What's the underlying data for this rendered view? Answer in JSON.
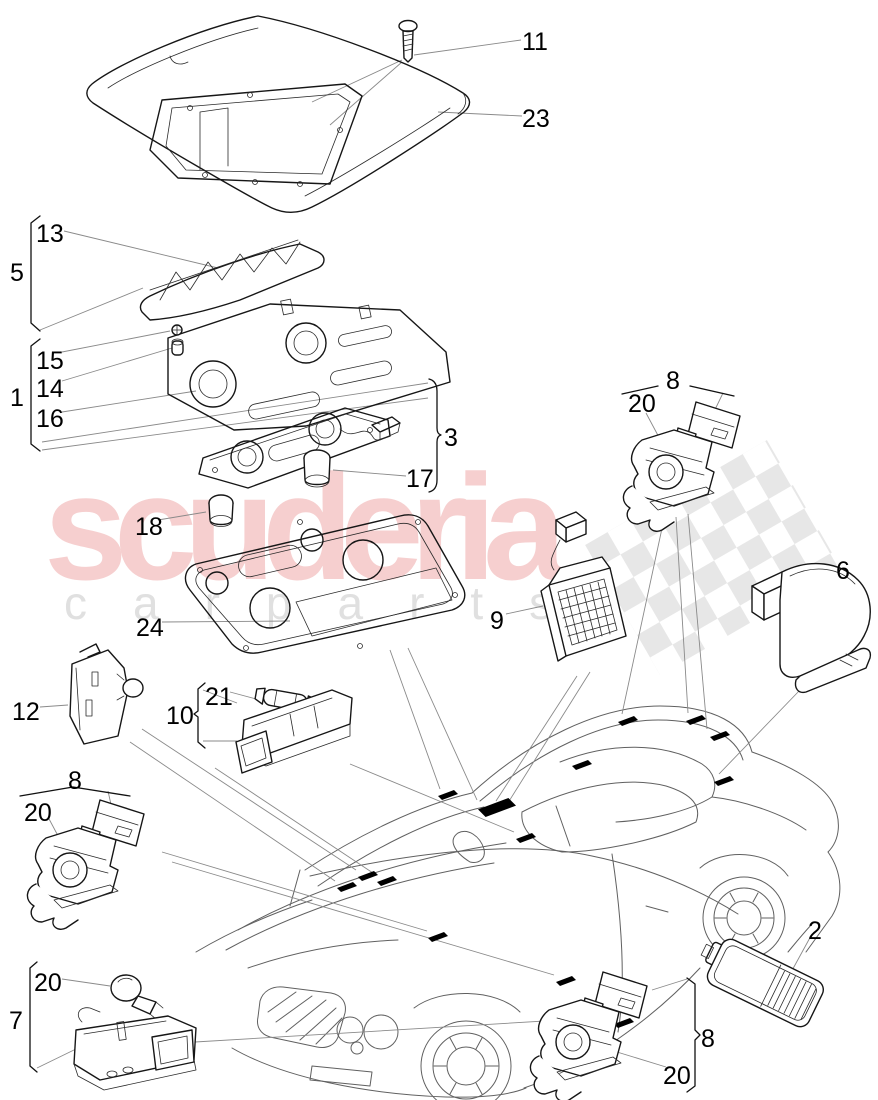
{
  "diagram": {
    "type": "exploded-parts-diagram",
    "part_numbers": [
      "1",
      "2",
      "3",
      "5",
      "6",
      "7",
      "8",
      "9",
      "10",
      "11",
      "12",
      "13",
      "14",
      "15",
      "16",
      "17",
      "18",
      "20",
      "21",
      "23",
      "24"
    ]
  },
  "watermark": {
    "brand_text": "scuderia",
    "brand_color": "#f6cfcf",
    "letters_text": "carparts",
    "letters_color": "#e0e0e0",
    "flag_color": "#e7e7e7"
  },
  "callouts": {
    "c11": "11",
    "c23": "23",
    "c13": "13",
    "c5": "5",
    "c15": "15",
    "c14": "14",
    "c1": "1",
    "c16": "16",
    "c3": "3",
    "c17": "17",
    "c18": "18",
    "c24": "24",
    "c8a": "8",
    "c20a": "20",
    "c9": "9",
    "c6": "6",
    "c12": "12",
    "c21": "21",
    "c10": "10",
    "c8b": "8",
    "c20b": "20",
    "c20c": "20",
    "c7": "7",
    "c2": "2",
    "c8c": "8",
    "c20d": "20"
  }
}
